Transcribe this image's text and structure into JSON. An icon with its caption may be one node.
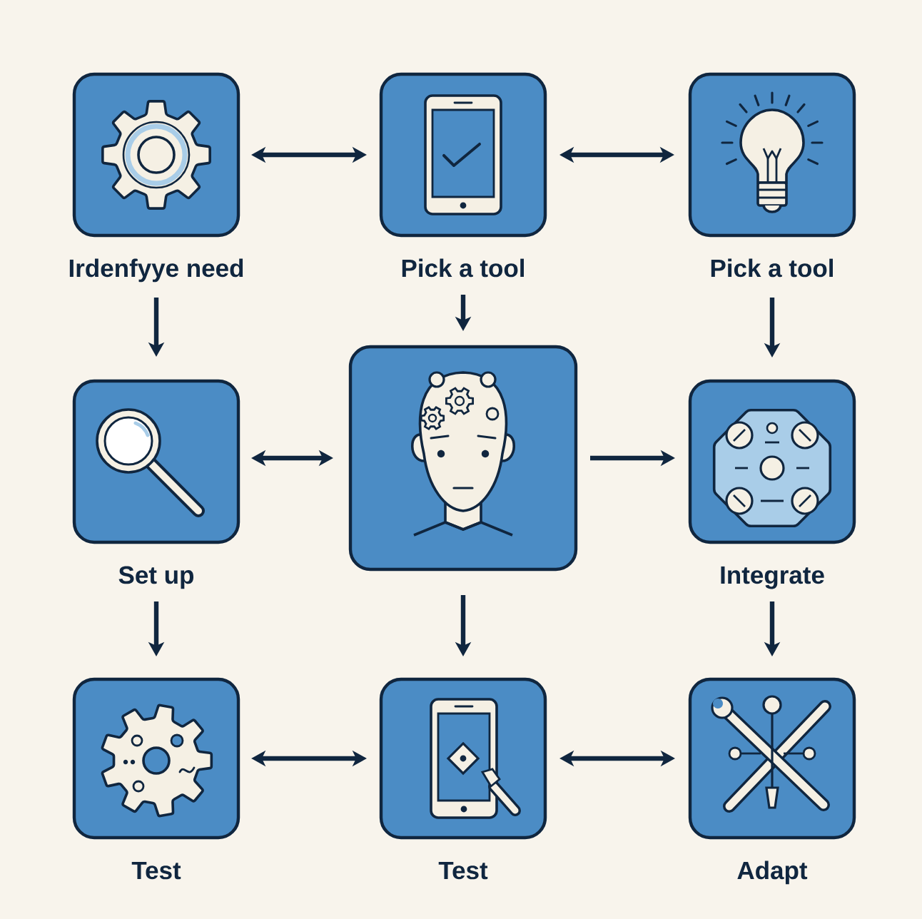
{
  "diagram": {
    "nodes": [
      {
        "text": [
          "Irdenfyye need"
        ]
      },
      {
        "text": [
          "Pick a tool"
        ]
      },
      {
        "text": [
          "Pick a tool"
        ]
      },
      {
        "text": [
          "Set up"
        ]
      },
      {
        "text": [],
        "shape": "box"
      },
      {
        "text": [
          "Integrate"
        ]
      },
      {
        "text": [
          "Test"
        ]
      },
      {
        "text": [
          "Test"
        ]
      },
      {
        "text": [
          "Adapt"
        ]
      }
    ],
    "edges": [
      {
        "from": 0,
        "to": 1,
        "arrow": "both"
      },
      {
        "from": 1,
        "to": 2,
        "arrow": "both"
      },
      {
        "from": 0,
        "to": 3,
        "arrow": "to"
      },
      {
        "from": 1,
        "to": 4,
        "arrow": "to"
      },
      {
        "from": 2,
        "to": 5,
        "arrow": "to"
      },
      {
        "from": 3,
        "to": 4,
        "arrow": "both"
      },
      {
        "from": 4,
        "to": 5,
        "arrow": "to"
      },
      {
        "from": 3,
        "to": 6,
        "arrow": "to"
      },
      {
        "from": 4,
        "to": 7,
        "arrow": "to"
      },
      {
        "from": 5,
        "to": 8,
        "arrow": "to"
      },
      {
        "from": 6,
        "to": 7,
        "arrow": "both"
      },
      {
        "from": 7,
        "to": 8,
        "arrow": "both"
      }
    ]
  }
}
